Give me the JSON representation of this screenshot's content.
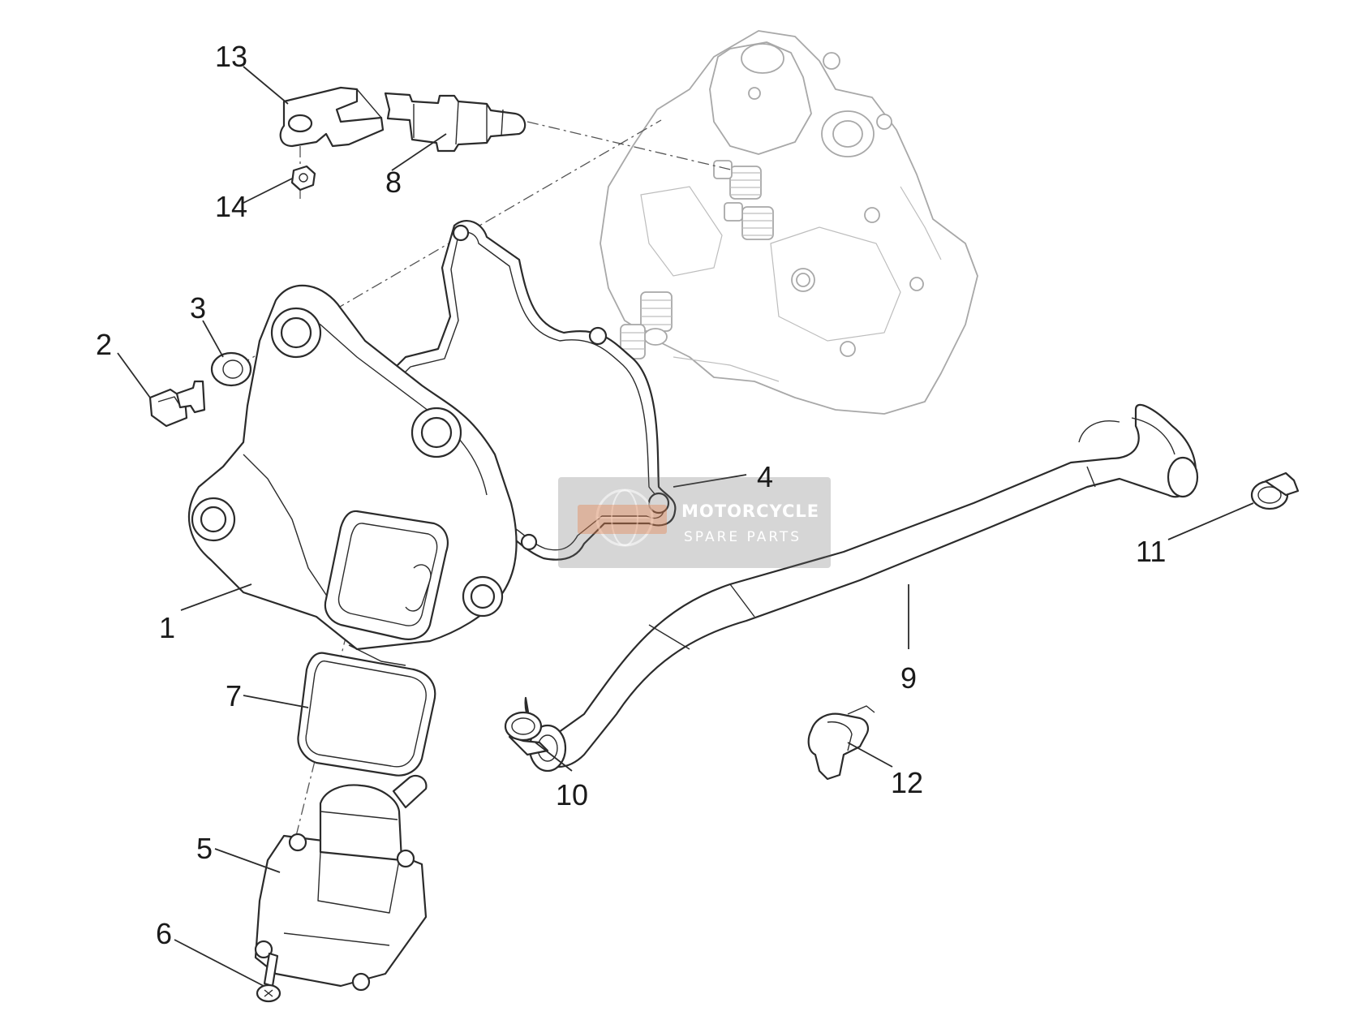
{
  "callouts": [
    {
      "id": "1",
      "label": "1"
    },
    {
      "id": "2",
      "label": "2"
    },
    {
      "id": "3",
      "label": "3"
    },
    {
      "id": "4",
      "label": "4"
    },
    {
      "id": "5",
      "label": "5"
    },
    {
      "id": "6",
      "label": "6"
    },
    {
      "id": "7",
      "label": "7"
    },
    {
      "id": "8",
      "label": "8"
    },
    {
      "id": "9",
      "label": "9"
    },
    {
      "id": "10",
      "label": "10"
    },
    {
      "id": "11",
      "label": "11"
    },
    {
      "id": "12",
      "label": "12"
    },
    {
      "id": "13",
      "label": "13"
    },
    {
      "id": "14",
      "label": "14"
    }
  ],
  "watermark": {
    "line1": "MOTORCYCLE",
    "line2": "SPARE PARTS",
    "accent_color": "#e8763a"
  }
}
